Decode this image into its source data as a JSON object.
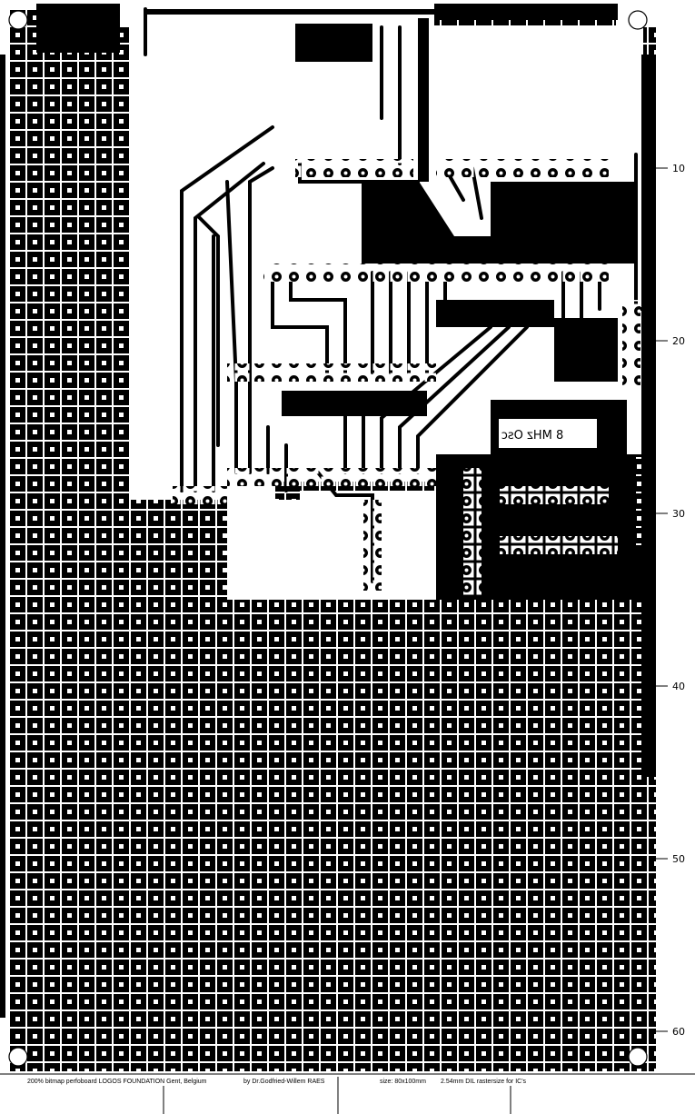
{
  "title_strip": {
    "board_note": "200% bitmap perfoboard  LOGOS FOUNDATION Gent, Belgium",
    "author": "by Dr.Godfried-Willem RAES",
    "size": "size: 80x100mm",
    "raster": "2.54mm DIL rastersize for IC's"
  },
  "row_labels": [
    "10",
    "20",
    "30",
    "40",
    "50",
    "60"
  ],
  "oscillator_label": "8 MHz Osc",
  "colors": {
    "copper": "#000000",
    "board": "#ffffff"
  }
}
